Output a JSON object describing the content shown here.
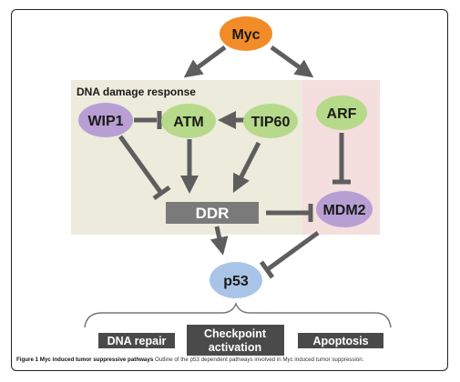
{
  "nodes": {
    "myc": "Myc",
    "wip1": "WIP1",
    "atm": "ATM",
    "tip60": "TIP60",
    "arf": "ARF",
    "mdm2": "MDM2",
    "ddr": "DDR",
    "p53": "p53"
  },
  "regions": {
    "dna_damage_response": "DNA damage response"
  },
  "outcomes": {
    "dna_repair": "DNA repair",
    "checkpoint_line1": "Checkpoint",
    "checkpoint_line2": "activation",
    "apoptosis": "Apoptosis"
  },
  "caption": {
    "label": "Figure 1 Myc induced tumor suppressive pathways",
    "text": "Outline of the p53 dependent pathways involved in Myc induced tumor suppression."
  },
  "colors": {
    "myc": "#f28c28",
    "wip1": "#b79fd3",
    "atm": "#b7d98a",
    "tip60": "#b7d98a",
    "arf": "#b7d98a",
    "mdm2": "#b79fd3",
    "p53": "#a9c4e6",
    "ddr_box": "#7a7a7a",
    "outcome_box": "#4a4a4a",
    "dna_damage_region": "#ecebdc",
    "arf_region": "#f5dede",
    "arrow": "#5e5e5e"
  },
  "edges": [
    {
      "from": "Myc",
      "to": "DNA damage response",
      "type": "activation"
    },
    {
      "from": "Myc",
      "to": "ARF",
      "type": "activation"
    },
    {
      "from": "WIP1",
      "to": "ATM",
      "type": "inhibition"
    },
    {
      "from": "TIP60",
      "to": "ATM",
      "type": "activation"
    },
    {
      "from": "WIP1",
      "to": "DDR",
      "type": "inhibition"
    },
    {
      "from": "ATM",
      "to": "DDR",
      "type": "activation"
    },
    {
      "from": "TIP60",
      "to": "DDR",
      "type": "activation"
    },
    {
      "from": "ARF",
      "to": "MDM2",
      "type": "inhibition"
    },
    {
      "from": "DDR",
      "to": "MDM2",
      "type": "inhibition"
    },
    {
      "from": "DDR",
      "to": "p53",
      "type": "activation"
    },
    {
      "from": "MDM2",
      "to": "p53",
      "type": "inhibition"
    }
  ]
}
